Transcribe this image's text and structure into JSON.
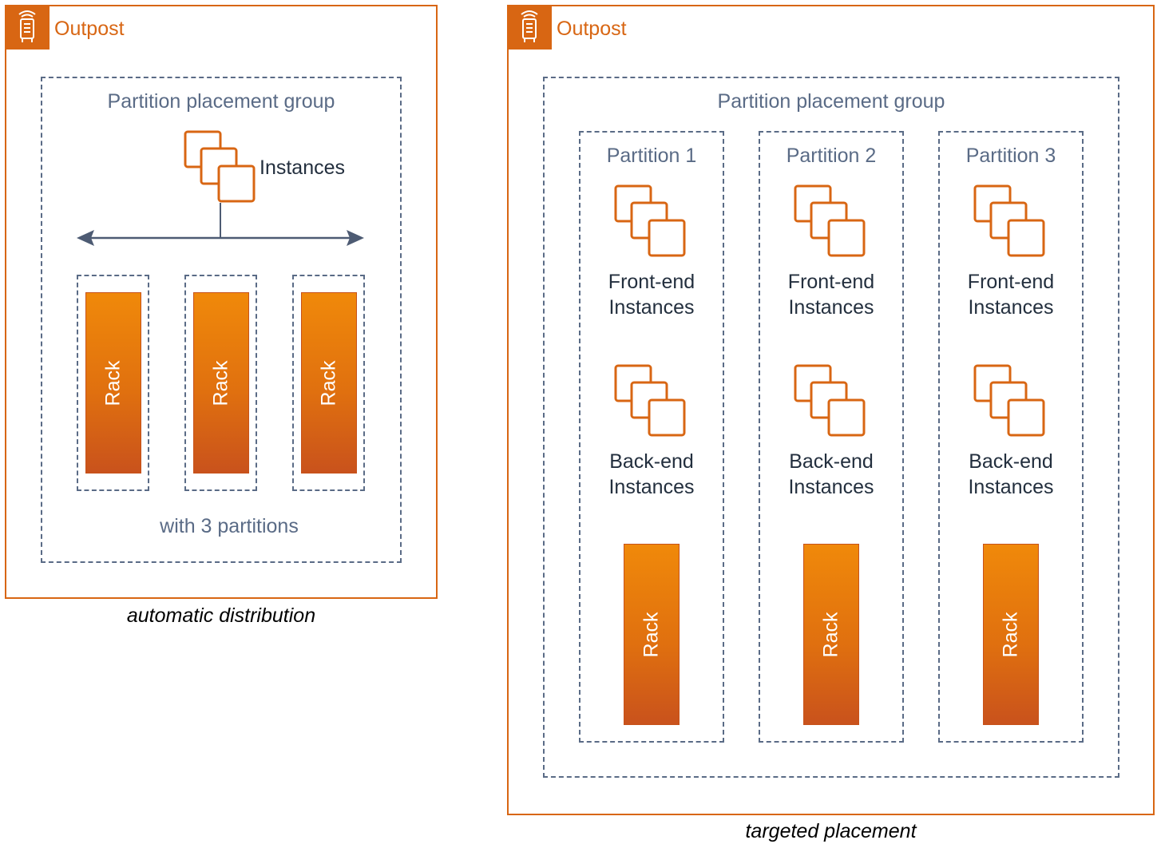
{
  "left": {
    "outpost_title": "Outpost",
    "group_label": "Partition placement group",
    "instances_label": "Instances",
    "racks": [
      "Rack",
      "Rack",
      "Rack"
    ],
    "footer_label": "with 3 partitions",
    "caption": "automatic distribution"
  },
  "right": {
    "outpost_title": "Outpost",
    "group_label": "Partition placement group",
    "partitions": [
      {
        "label": "Partition 1",
        "front_line1": "Front-end",
        "front_line2": "Instances",
        "back_line1": "Back-end",
        "back_line2": "Instances",
        "rack": "Rack"
      },
      {
        "label": "Partition 2",
        "front_line1": "Front-end",
        "front_line2": "Instances",
        "back_line1": "Back-end",
        "back_line2": "Instances",
        "rack": "Rack"
      },
      {
        "label": "Partition 3",
        "front_line1": "Front-end",
        "front_line2": "Instances",
        "back_line1": "Back-end",
        "back_line2": "Instances",
        "rack": "Rack"
      }
    ],
    "caption": "targeted placement"
  },
  "colors": {
    "outpost_orange": "#d86613",
    "dashed_gray": "#5a6b86",
    "rack_top": "#f0890a",
    "rack_bottom": "#c9521c"
  },
  "icons": {
    "outpost": "outpost-icon",
    "instances": "instances-icon"
  }
}
